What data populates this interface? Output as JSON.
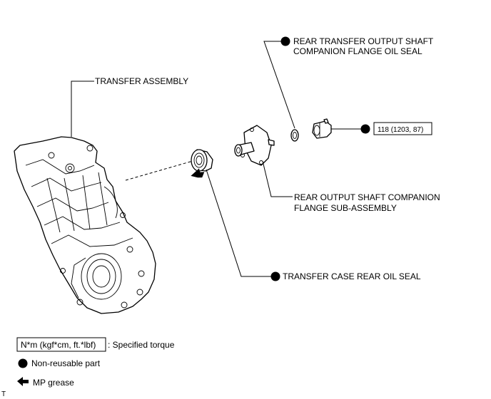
{
  "labels": {
    "transfer_assembly": "TRANSFER ASSEMBLY",
    "oil_seal_line1": "REAR TRANSFER OUTPUT SHAFT",
    "oil_seal_line2": "COMPANION FLANGE OIL SEAL",
    "flange_line1": "REAR OUTPUT SHAFT COMPANION",
    "flange_line2": "FLANGE SUB-ASSEMBLY",
    "case_seal": "TRANSFER CASE REAR OIL SEAL",
    "torque_value": "118 (1203, 87)"
  },
  "legend": {
    "torque_box": "N*m (kgf*cm, ft.*lbf)",
    "torque_desc": ": Specified torque",
    "non_reusable": "Non-reusable part",
    "mp_grease": "MP grease"
  },
  "corner_mark": "T",
  "icons": [
    "non-reusable-dot-icon",
    "mp-grease-arrow-icon"
  ]
}
